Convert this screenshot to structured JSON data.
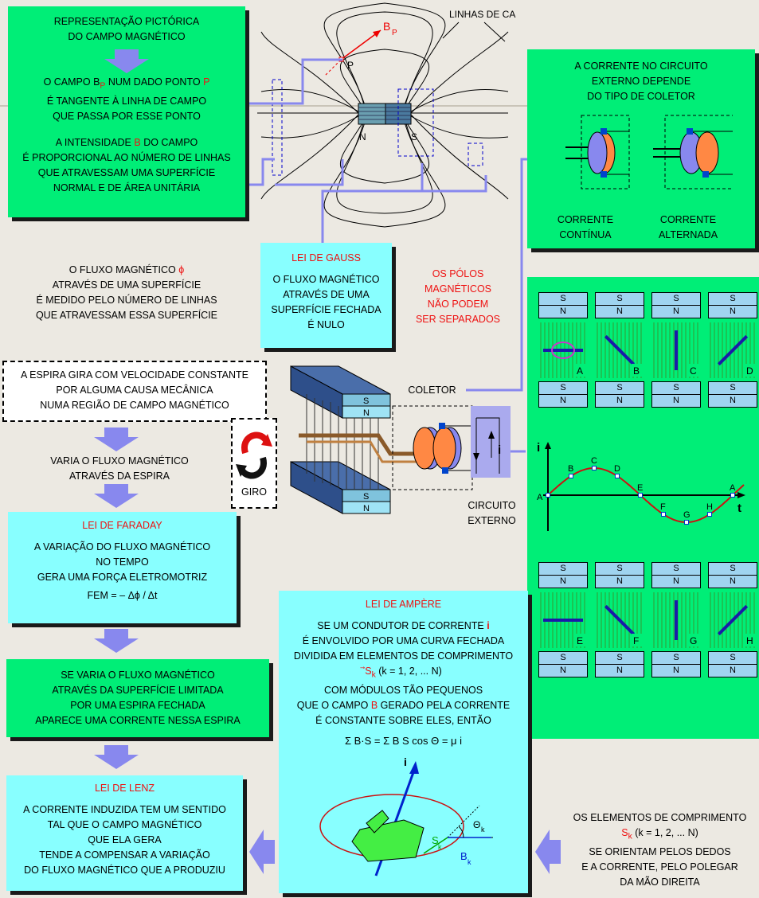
{
  "field_picture": {
    "lines": [
      "REPRESENTAÇÃO PICTÓRICA",
      "DO CAMPO MAGNÉTICO"
    ],
    "tangent": [
      "O CAMPO B",
      "P",
      " NUM DADO PONTO ",
      "P",
      "É TANGENTE À LINHA DE CAMPO",
      "QUE PASSA POR ESSE PONTO"
    ],
    "intensity": [
      "A INTENSIDADE ",
      "B",
      " DO CAMPO",
      "É PROPORCIONAL AO NÚMERO DE LINHAS",
      "QUE ATRAVESSAM UMA SUPERFÍCIE",
      "NORMAL E DE ÁREA UNITÁRIA"
    ]
  },
  "magnet": {
    "field_lines_label": "LINHAS DE CAMPO",
    "bp_label": "B",
    "bp_sub": "P",
    "point_label": "P",
    "north": "N",
    "south": "S"
  },
  "collector_box": {
    "lines": [
      "A CORRENTE NO CIRCUITO",
      "EXTERNO DEPENDE",
      "DO TIPO DE COLETOR"
    ],
    "dc": [
      "CORRENTE",
      "CONTÍNUA"
    ],
    "ac": [
      "CORRENTE",
      "ALTERNADA"
    ]
  },
  "flux_text": [
    "O FLUXO MAGNÉTICO ",
    "ϕ",
    "ATRAVÉS DE UMA SUPERFÍCIE",
    "É MEDIDO PELO NÚMERO DE LINHAS",
    "QUE ATRAVESSAM ESSA SUPERFÍCIE"
  ],
  "gauss": {
    "title": "LEI DE GAUSS",
    "lines": [
      "O FLUXO MAGNÉTICO",
      "ATRAVÉS DE UMA",
      "SUPERFÍCIE FECHADA",
      "É NULO"
    ]
  },
  "poles": [
    "OS PÓLOS",
    "MAGNÉTICOS",
    "NÃO PODEM",
    "SER SEPARADOS"
  ],
  "spin_box": [
    "A ESPIRA GIRA COM VELOCIDADE CONSTANTE",
    "POR ALGUMA CAUSA MECÂNICA",
    "NUMA REGIÃO DE CAMPO MAGNÉTICO"
  ],
  "varia": [
    "VARIA O FLUXO MAGNÉTICO",
    "ATRAVÉS DA ESPIRA"
  ],
  "generator": {
    "giro": "GIRO",
    "collector": "COLETOR",
    "circuit": [
      "CIRCUITO",
      "EXTERNO"
    ],
    "i": "i",
    "S": "S",
    "N": "N"
  },
  "faraday": {
    "title": "LEI DE FARADAY",
    "lines": [
      "A VARIAÇÃO DO FLUXO MAGNÉTICO",
      "NO TEMPO",
      "GERA UMA FORÇA ELETROMOTRIZ"
    ],
    "formula": "FEM = – Δϕ / Δt"
  },
  "induced": [
    "SE VARIA O FLUXO MAGNÉTICO",
    "ATRAVÉS DA SUPERFÍCIE LIMITADA",
    "POR UMA ESPIRA FECHADA",
    "APARECE UMA CORRENTE NESSA ESPIRA"
  ],
  "lenz": {
    "title": "LEI DE LENZ",
    "lines": [
      "A CORRENTE INDUZIDA TEM UM SENTIDO",
      "TAL QUE O CAMPO MAGNÉTICO",
      "QUE ELA GERA",
      "TENDE A COMPENSAR A VARIAÇÃO",
      "DO FLUXO MAGNÉTICO QUE A PRODUZIU"
    ]
  },
  "ampere": {
    "title": "LEI DE AMPÈRE",
    "lines": [
      "SE UM CONDUTOR DE CORRENTE ",
      "i",
      "É ENVOLVIDO POR UMA CURVA FECHADA",
      "DIVIDIDA EM ELEMENTOS DE COMPRIMENTO",
      "S",
      "k",
      " (k = 1, 2, ... N)",
      "COM MÓDULOS TÃO PEQUENOS",
      "QUE O CAMPO ",
      "B",
      " GERADO PELA CORRENTE",
      "É CONSTANTE SOBRE ELES, ENTÃO"
    ],
    "formula": "Σ B·S = Σ B S cos Θ = μ i",
    "fig": {
      "i": "i",
      "sk": "S",
      "bk": "B",
      "k": "k",
      "theta": "Θ"
    }
  },
  "right_hand": [
    "OS ELEMENTOS DE COMPRIMENTO",
    "S",
    "k",
    " (k = 1, 2, ... N)",
    "SE ORIENTAM PELOS DEDOS",
    "E A CORRENTE, PELO POLEGAR",
    "DA MÃO DIREITA"
  ],
  "rotation_panel": {
    "letters_top": [
      "A",
      "B",
      "C",
      "D"
    ],
    "letters_bottom": [
      "E",
      "F",
      "G",
      "H"
    ],
    "S": "S",
    "N": "N"
  },
  "wave_chart": {
    "type": "line",
    "y_axis_label": "i",
    "x_axis_label": "t",
    "points": [
      "A",
      "B",
      "C",
      "D",
      "E",
      "F",
      "G",
      "H",
      "A"
    ]
  },
  "colors": {
    "green": "#00ee77",
    "cyan": "#88ffff",
    "red": "#ee1111",
    "arrow": "#8888ee",
    "wave": "#cc1111"
  }
}
